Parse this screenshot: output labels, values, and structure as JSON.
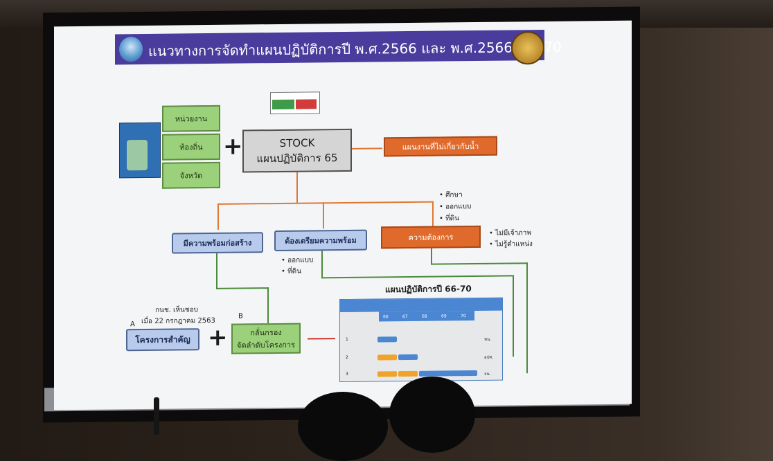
{
  "slide": {
    "title": "แนวทางการจัดทำแผนปฏิบัติการปี พ.ศ.2566 และ พ.ศ.2566 - 2570",
    "inputs": [
      "หน่วยงาน",
      "ท้องถิ่น",
      "จังหวัด"
    ],
    "plus": "+",
    "stock": {
      "line1": "STOCK",
      "line2": "แผนปฏิบัติการ 65"
    },
    "not_water": "แผนงานที่ไม่เกี่ยวกับน้ำ",
    "branches": {
      "ready": "มีความพร้อมก่อสร้าง",
      "prepare": "ต้องเตรียมความพร้อม",
      "need": "ความต้องการ"
    },
    "need_list": [
      "ศึกษา",
      "ออกแบบ",
      "ที่ดิน"
    ],
    "need_right": [
      "ไม่มีเจ้าภาพ",
      "ไม่รู้ตำแหน่ง"
    ],
    "prepare_list": [
      "ออกแบบ",
      "ที่ดิน"
    ],
    "approval": {
      "line1": "กนช. เห็นชอบ",
      "line2": "เมื่อ 22 กรกฎาคม 2563",
      "label_a": "A",
      "label_b": "B"
    },
    "important_project": "โครงการสำคัญ",
    "screen_box": {
      "line1": "กลั่นกรอง",
      "line2": "จัดลำดับโครงการ"
    },
    "plan_title": "แผนปฏิบัติการปี 66-70",
    "table": {
      "years": [
        "66",
        "67",
        "68",
        "69",
        "70"
      ],
      "rows": [
        {
          "no": "1",
          "owner": "หน."
        },
        {
          "no": "2",
          "owner": "อปท."
        },
        {
          "no": "3",
          "owner": "จน."
        }
      ]
    }
  },
  "colors": {
    "title_bar": "#4a3c9c",
    "green_box": "#9bd17a",
    "blue_box": "#b8cbec",
    "orange_box": "#e06a2b",
    "arrow_orange": "#e07732",
    "arrow_green": "#4c8a3b",
    "arrow_red": "#d0302b"
  },
  "icons": [
    "water-logo-icon",
    "emblem-icon",
    "app-poster-icon"
  ]
}
